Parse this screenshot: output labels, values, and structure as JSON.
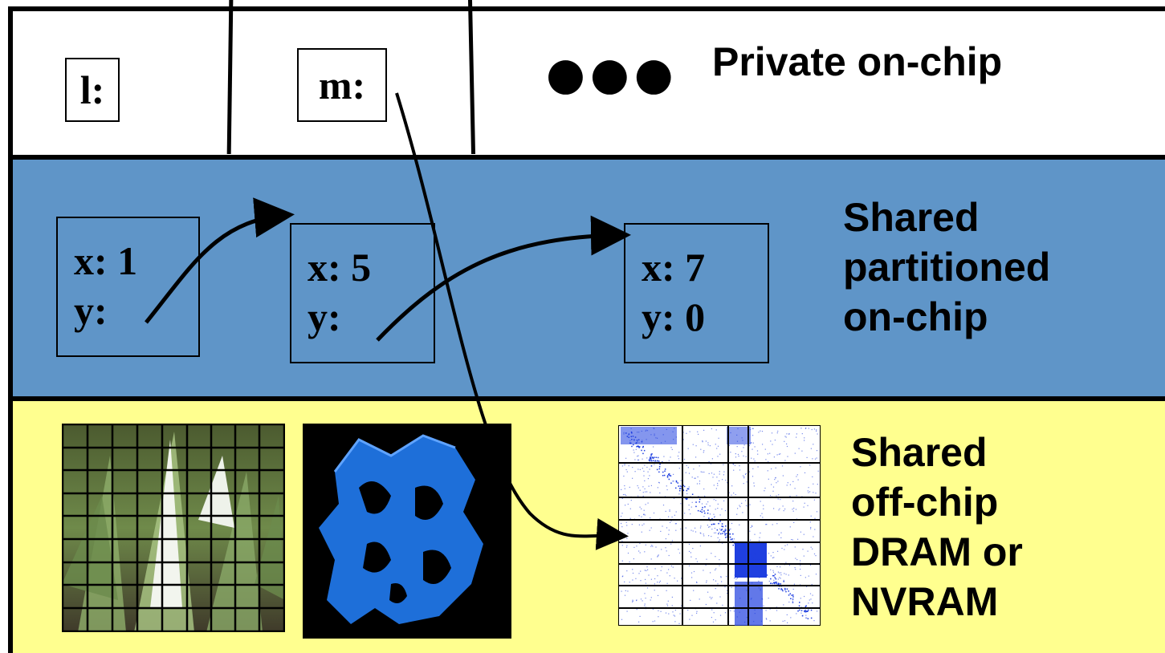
{
  "private": {
    "cells": [
      {
        "label": "l:"
      },
      {
        "label": "m:"
      }
    ],
    "ellipsis": "●●●",
    "title": "Private on-chip"
  },
  "shared": {
    "nodes": [
      {
        "x": "x: 1",
        "y": "y:"
      },
      {
        "x": "x: 5",
        "y": "y:"
      },
      {
        "x": "x: 7",
        "y": "y: 0"
      }
    ],
    "title_lines": [
      "Shared",
      "partitioned",
      "on-chip"
    ]
  },
  "offchip": {
    "title_lines": [
      "Shared",
      "off-chip",
      "DRAM or",
      "NVRAM"
    ],
    "images": [
      "plant-photo-grid",
      "blue-3d-structure",
      "sparse-matrix-plot"
    ]
  },
  "colors": {
    "shared_band": "#5f95c8",
    "offchip_band": "#ffff8f",
    "matrix_dots": "#1f3fe0",
    "structure": "#1e6fd9"
  }
}
